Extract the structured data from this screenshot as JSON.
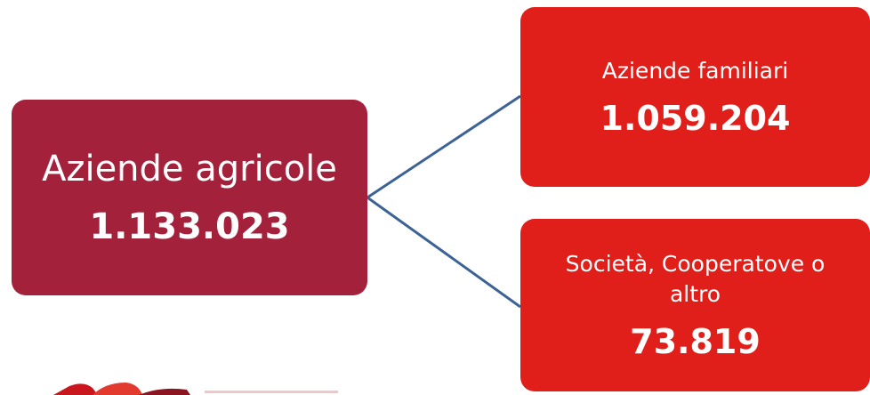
{
  "diagram": {
    "root": {
      "label": "Aziende agricole",
      "value": "1.133.023",
      "color": "#a4213c"
    },
    "children": [
      {
        "label": "Aziende familiari",
        "value": "1.059.204",
        "color": "#e01e1a"
      },
      {
        "label": "Società, Cooperatove o altro",
        "value": "73.819",
        "color": "#e01e1a"
      }
    ],
    "connector_color": "#3d6296"
  },
  "logo": {
    "icon": "logo-icon",
    "colors": [
      "#c8181e",
      "#e23a2e",
      "#8b1520"
    ]
  }
}
